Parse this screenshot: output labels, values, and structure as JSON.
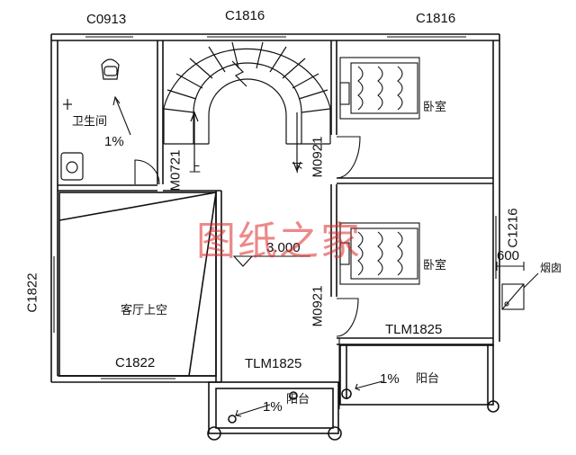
{
  "window_codes": {
    "top_left": "C0913",
    "top_center": "C1816",
    "top_right": "C1816",
    "left": "C1822",
    "living_bottom": "C1822",
    "right": "C1216"
  },
  "door_codes": {
    "stair_left": "M0721",
    "stair_right": "M0921",
    "bedroom_lower": "M0921",
    "sliding_left": "TLM1825",
    "sliding_right": "TLM1825"
  },
  "rooms": {
    "bathroom": "卫生间",
    "bedroom_upper": "卧室",
    "bedroom_lower": "卧室",
    "living_void": "客厅上空",
    "balcony_right": "阳台",
    "balcony_left": "阳台",
    "chimney": "烟囱"
  },
  "stairs": {
    "up": "上",
    "down": "下"
  },
  "levels": {
    "floor": "3.000"
  },
  "slopes": {
    "bathroom": "1%",
    "balcony_right": "1%",
    "balcony_left": "1%"
  },
  "dimensions": {
    "chimney_width": "600"
  },
  "watermark": "图纸之家"
}
